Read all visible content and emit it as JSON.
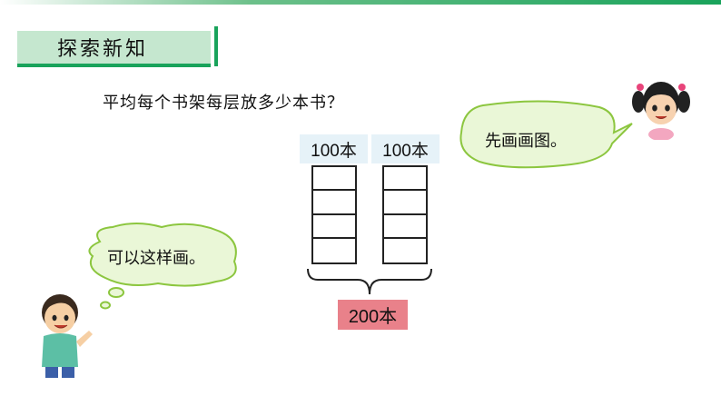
{
  "header": {
    "title": "探索新知"
  },
  "question": "平均每个书架每层放多少本书？",
  "diagram": {
    "shelves": [
      {
        "label": "100本",
        "rows": 4
      },
      {
        "label": "100本",
        "rows": 4
      }
    ],
    "total": "200本"
  },
  "speech": {
    "girl": "先画画图。",
    "boy": "可以这样画。"
  },
  "colors": {
    "accent_green": "#19a35b",
    "banner_green": "#c5e7cf",
    "bubble_fill": "#eaf7d7",
    "bubble_stroke": "#8cc63f",
    "total_box": "#e9818a",
    "label_box": "#e6f2f8"
  }
}
